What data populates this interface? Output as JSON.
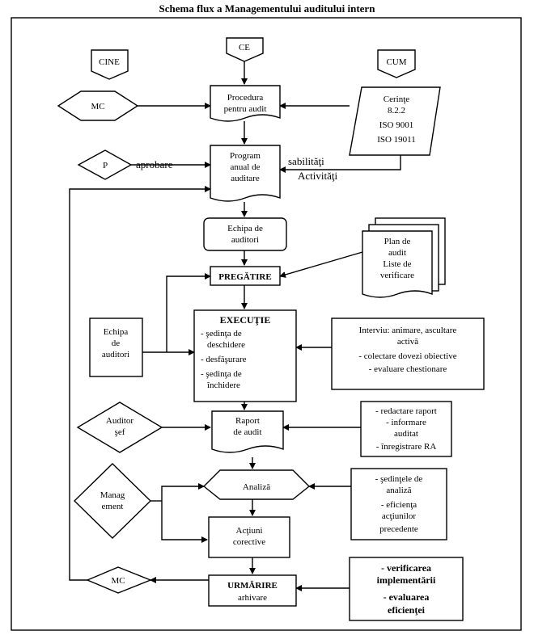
{
  "title": "Schema flux a Managementului auditului intern",
  "columns": {
    "cine": "CINE",
    "ce": "CE",
    "cum": "CUM"
  },
  "roles": {
    "mc_top": "MC",
    "p": "P",
    "aprobare": "aprobare",
    "echipa_left": [
      "Echipa",
      "de",
      "auditori"
    ],
    "auditor_sef": [
      "Auditor",
      "şef"
    ],
    "management": [
      "Manag",
      "ement"
    ],
    "mc_bottom": "MC"
  },
  "process": {
    "procedura": [
      "Procedura",
      "pentru audit"
    ],
    "program": [
      "Program",
      "anual de",
      "auditare"
    ],
    "echipa": [
      "Echipa de",
      "auditori"
    ],
    "pregatire": "PREGĂTIRE",
    "executie_title": "EXECUŢIE",
    "executie_items": [
      "- şedinţa de",
      "deschidere",
      "- desfăşurare",
      "- şedinţa de",
      "închidere"
    ],
    "raport": [
      "Raport",
      "de audit"
    ],
    "analiza": "Analiză",
    "actiuni": [
      "Acţiuni",
      "corective"
    ],
    "urmarire": "URMĂRIRE",
    "arhivare": "arhivare"
  },
  "methods": {
    "cerinte": [
      "Cerinţe",
      "8.2.2",
      "ISO 9001",
      "ISO 19011"
    ],
    "responsabilitati": "sabilităţi",
    "activitati": "Activităţi",
    "plan": [
      "Plan de",
      "audit",
      "Liste de",
      "verificare"
    ],
    "interviu": [
      "Interviu: animare, ascultare",
      "activă",
      "- colectare dovezi obiective",
      "- evaluare chestionare"
    ],
    "redactare": [
      "- redactare raport",
      "- informare",
      "auditat",
      "- înregistrare RA"
    ],
    "sedinte": [
      "- şedinţele de",
      "analiză",
      "- eficienţa",
      "acţiunilor",
      "precedente"
    ],
    "verificare": [
      "- verificarea",
      "implementării",
      "- evaluarea",
      "eficienţei"
    ]
  }
}
